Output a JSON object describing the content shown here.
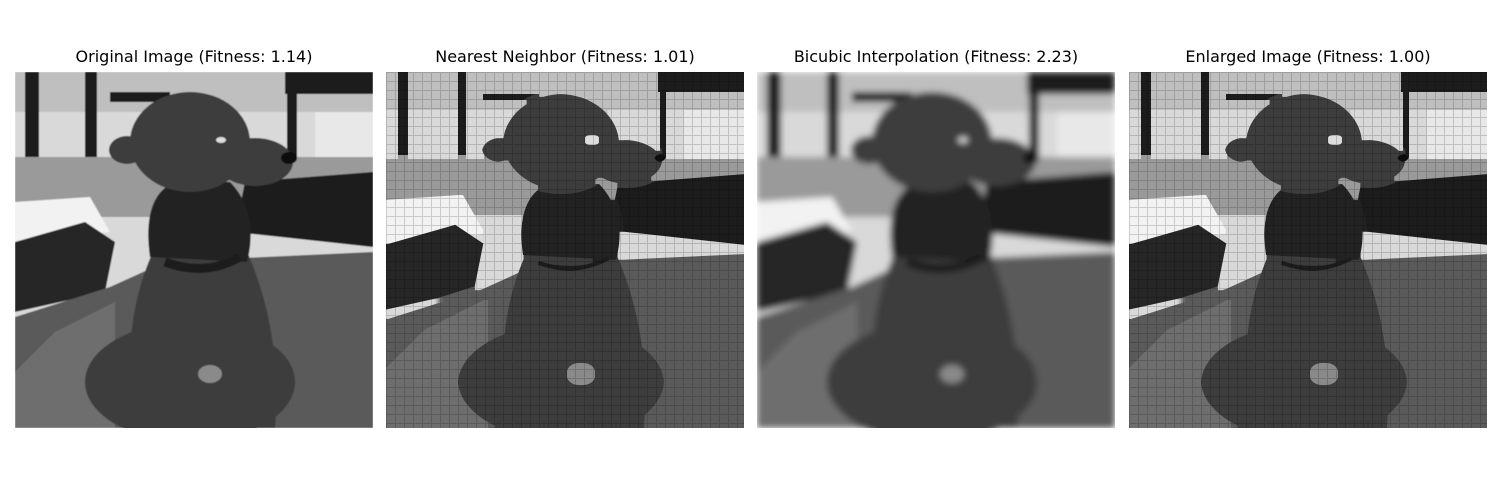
{
  "figure": {
    "panels": [
      {
        "title": "Original Image (Fitness: 1.14)",
        "render": "original"
      },
      {
        "title": "Nearest Neighbor (Fitness: 1.01)",
        "render": "nearest"
      },
      {
        "title": "Bicubic Interpolation (Fitness: 2.23)",
        "render": "bicubic"
      },
      {
        "title": "Enlarged Image (Fitness: 1.00)",
        "render": "enlarged"
      }
    ]
  },
  "colors": {
    "wall": "#d9d9d9",
    "chair": "#1a1a1a",
    "table": "#f2f2f2",
    "bag": "#262626",
    "cushion": "#5a5a5a",
    "dog": "#3c3c3c",
    "dog_shadow": "#222222",
    "eye": "#dddddd"
  }
}
